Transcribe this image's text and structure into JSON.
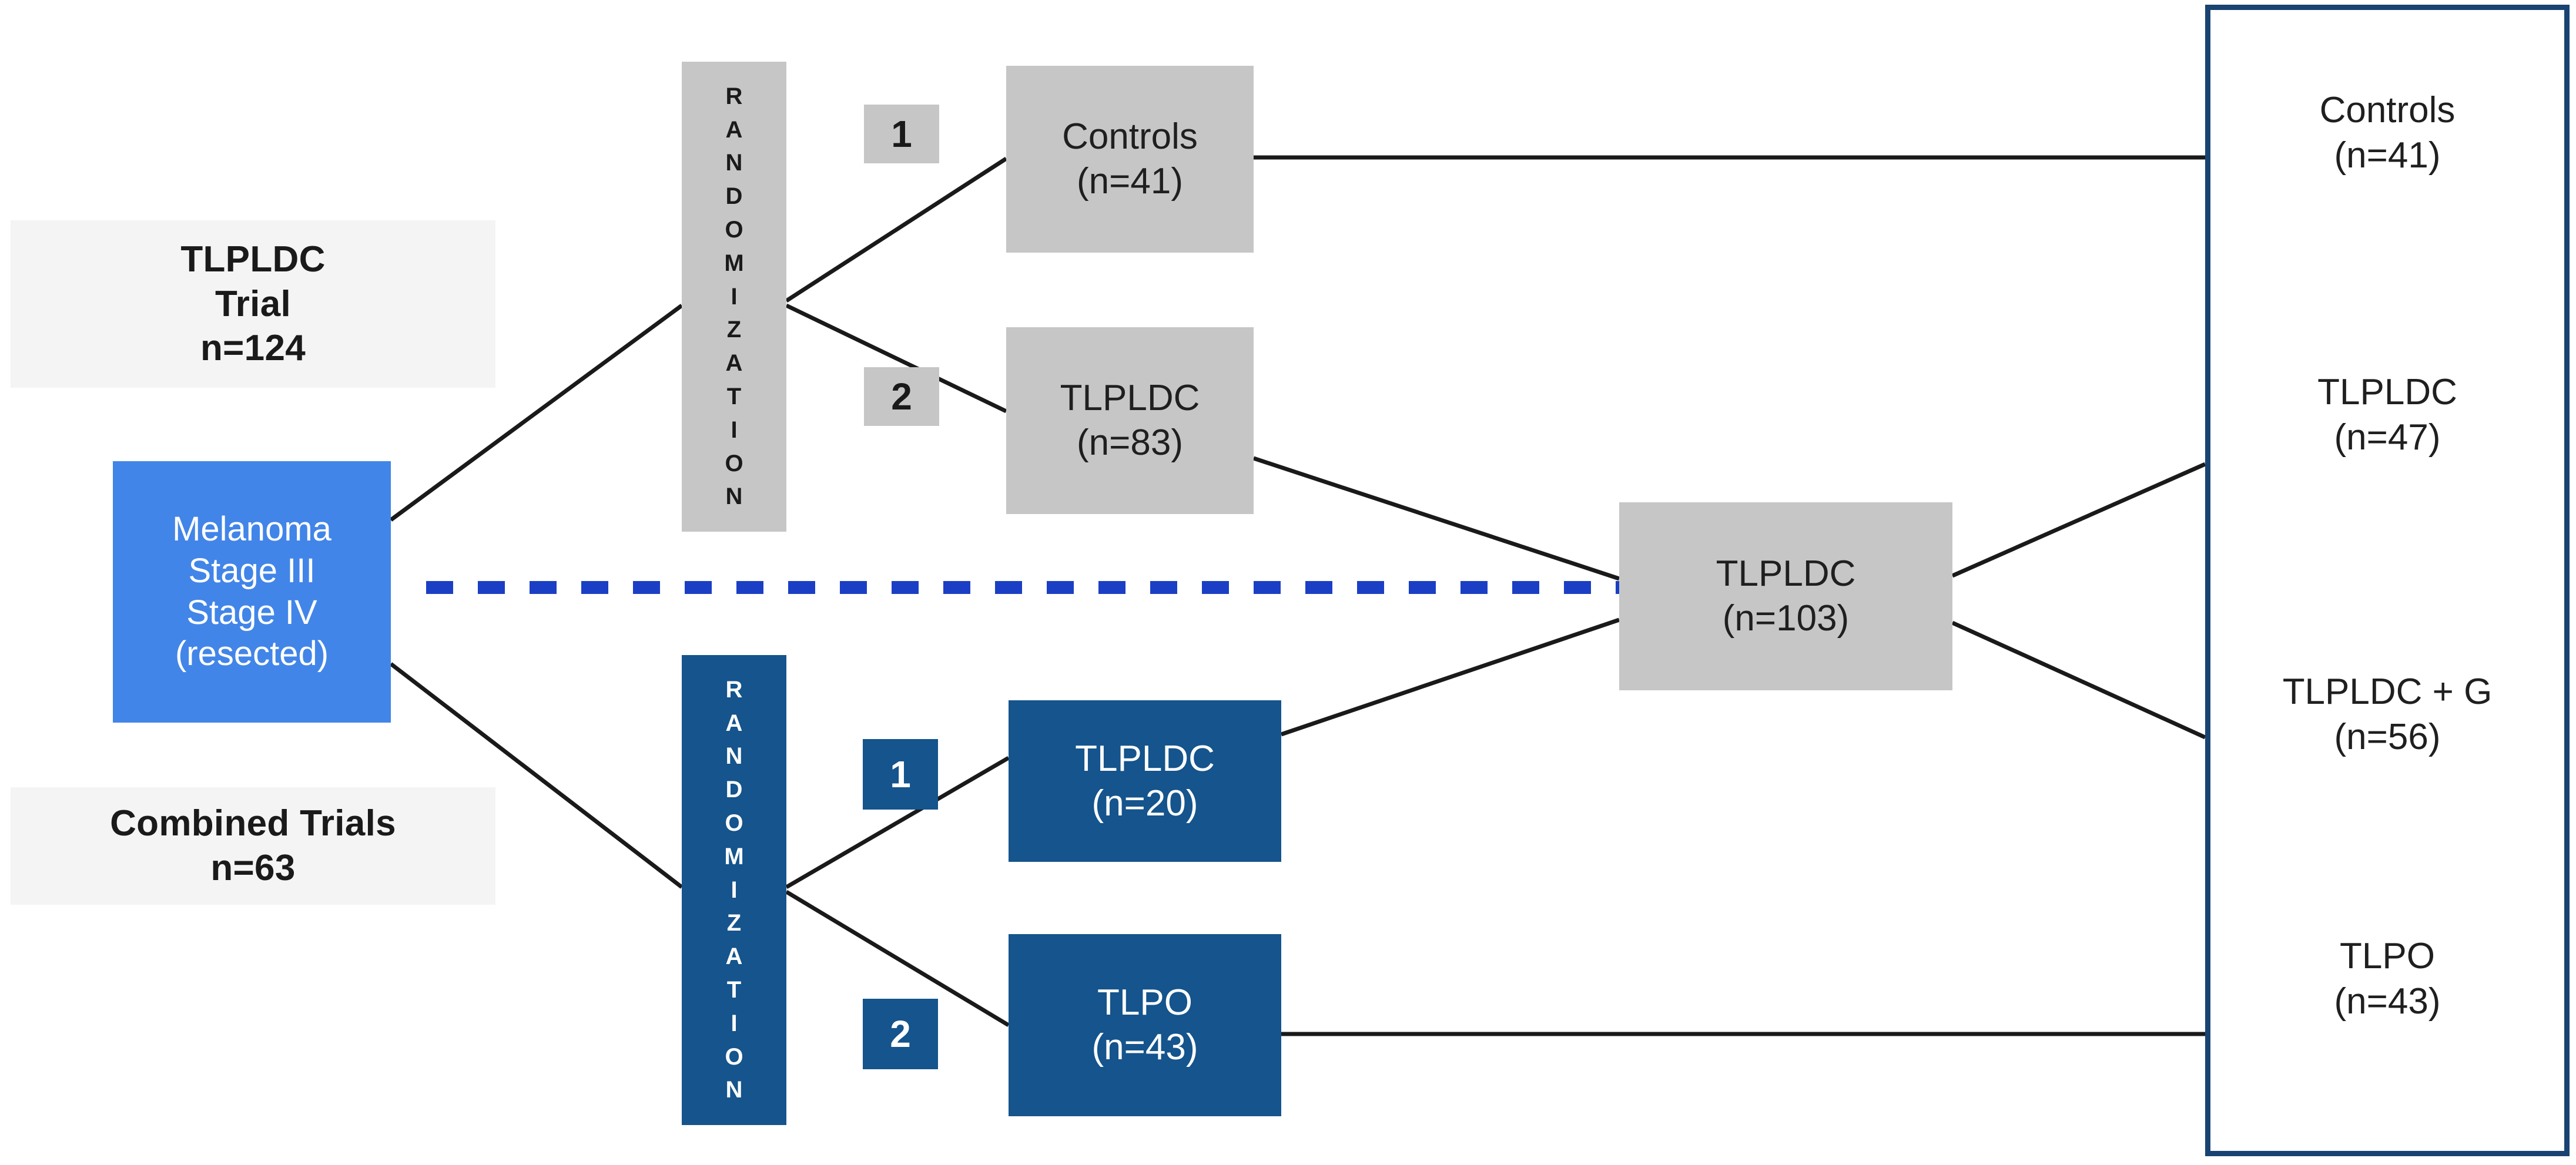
{
  "diagram": {
    "title": "TLPLDC / TLPO melanoma trial CONSORT-style flow diagram",
    "colors": {
      "light_blue": "#4285e8",
      "dark_blue": "#15548c",
      "panel_border_blue": "#194372",
      "dashed_divider_blue": "#1b3fc4",
      "gray_box": "#c6c6c6",
      "light_plate": "#f4f4f4",
      "connector_line": "#1a1a1a"
    }
  },
  "plates": {
    "top_trial": {
      "line1": "TLPLDC",
      "line2": "Trial",
      "line3": "n=124"
    },
    "bottom_trial": {
      "line1": "Combined Trials",
      "line2": "n=63"
    }
  },
  "source": {
    "line1": "Melanoma",
    "line2": "Stage III",
    "line3": "Stage IV",
    "line4": "(resected)"
  },
  "randomization": {
    "top_label": "RANDOMIZATION",
    "bottom_label": "RANDOMIZATION",
    "letters": [
      "R",
      "A",
      "N",
      "D",
      "O",
      "M",
      "I",
      "Z",
      "A",
      "T",
      "I",
      "O",
      "N"
    ]
  },
  "arms": {
    "top_arm_1": "1",
    "top_arm_2": "2",
    "bottom_arm_1": "1",
    "bottom_arm_2": "2"
  },
  "top_trial_boxes": [
    {
      "name": "Controls",
      "count": "(n=41)"
    },
    {
      "name": "TLPLDC",
      "count": "(n=83)"
    }
  ],
  "bottom_trial_boxes": [
    {
      "name": "TLPLDC",
      "count": "(n=20)"
    },
    {
      "name": "TLPO",
      "count": "(n=43)"
    }
  ],
  "pooled": {
    "name": "TLPLDC",
    "count": "(n=103)"
  },
  "outcomes": [
    {
      "name": "Controls",
      "count": "(n=41)"
    },
    {
      "name": "TLPLDC",
      "count": "(n=47)"
    },
    {
      "name": "TLPLDC + G",
      "count": "(n=56)"
    },
    {
      "name": "TLPO",
      "count": "(n=43)"
    }
  ]
}
